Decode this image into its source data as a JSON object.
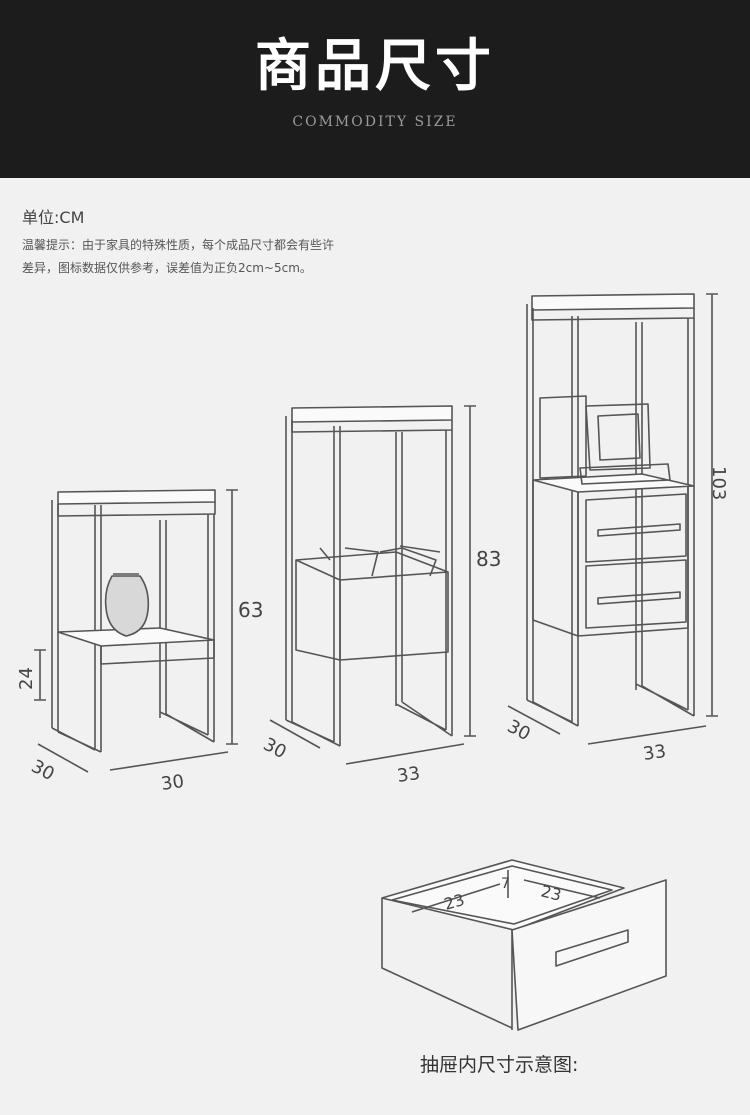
{
  "header": {
    "title": "商品尺寸",
    "subtitle": "COMMODITY SIZE"
  },
  "info": {
    "unit": "单位:CM",
    "note_line1": "温馨提示：由于家具的特殊性质，每个成品尺寸都会有些许",
    "note_line2": "差异，图标数据仅供参考，误差值为正负2cm~5cm。"
  },
  "products": [
    {
      "height": "63",
      "shelf_height": "24",
      "depth": "30",
      "width": "30"
    },
    {
      "height": "83",
      "depth": "30",
      "width": "33"
    },
    {
      "height": "103",
      "depth": "30",
      "width": "33"
    }
  ],
  "drawer": {
    "inner_left": "23",
    "inner_right": "23",
    "inner_depth": "7",
    "caption": "抽屉内尺寸示意图:"
  },
  "colors": {
    "header_bg": "#1c1c1c",
    "page_bg": "#f1f1f1",
    "line": "#555555"
  }
}
